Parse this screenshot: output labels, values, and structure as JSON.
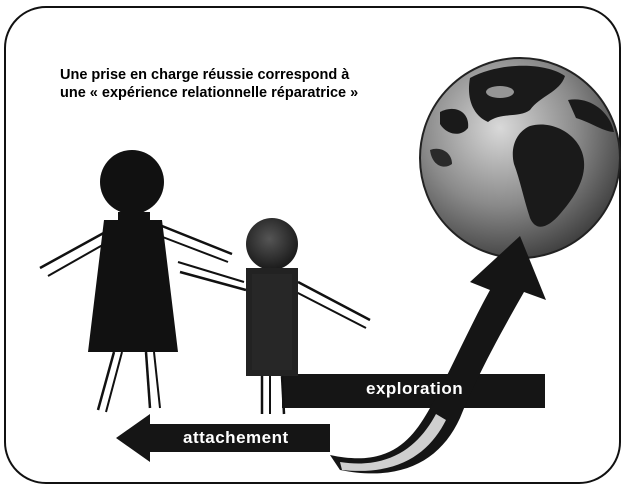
{
  "caption": {
    "line1": "Une prise en charge réussie correspond à",
    "line2": "une « expérience relationnelle réparatrice »"
  },
  "arrows": {
    "exploration": "exploration",
    "attachement": "attachement"
  },
  "colors": {
    "ink": "#111111",
    "ocean": "#8e8e8e",
    "land": "#1a1a1a"
  }
}
